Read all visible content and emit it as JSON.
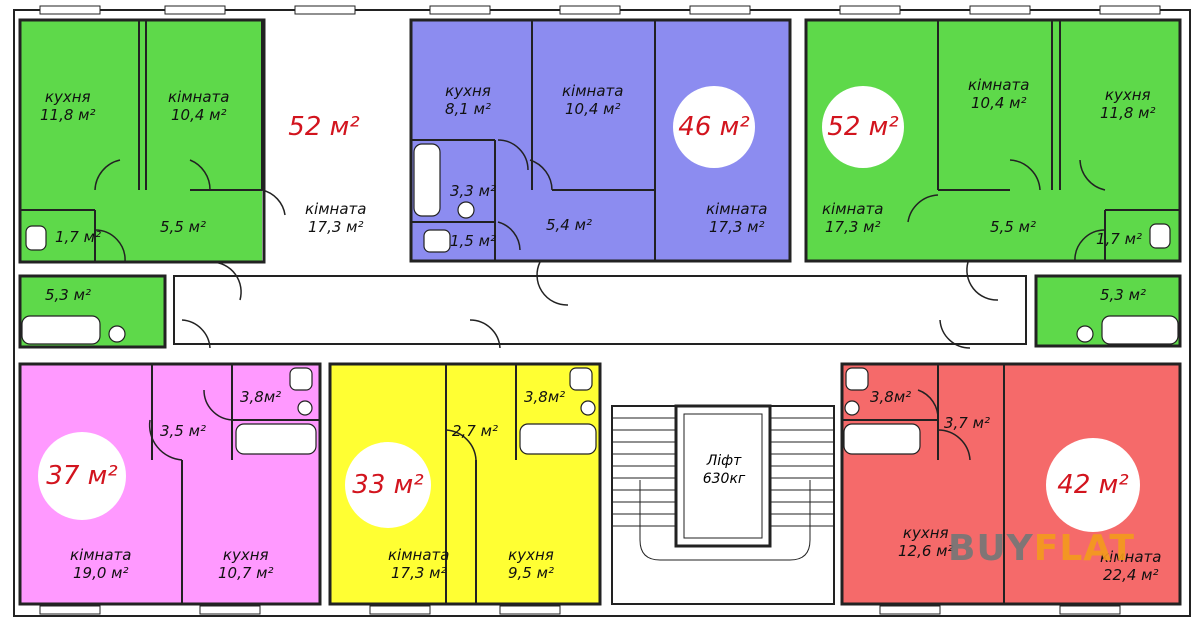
{
  "colors": {
    "green": "#5ed94a",
    "blue": "#8c8cf0",
    "magenta": "#ff99ff",
    "yellow": "#ffff33",
    "red": "#f56a6a",
    "wall": "#222222",
    "badge_text": "#d2141e",
    "logo_orange": "#f39a1e"
  },
  "apartments": {
    "a52_left": {
      "total": "52 м²",
      "kitchen": "кухня",
      "kitchen_area": "11,8 м²",
      "room1": "кімната",
      "room1_area": "10,4 м²",
      "room2": "кімната",
      "room2_area": "17,3 м²",
      "hall": "5,5 м²",
      "wc": "1,7 м²",
      "bath": "5,3 м²"
    },
    "a46": {
      "total": "46 м²",
      "kitchen": "кухня",
      "kitchen_area": "8,1 м²",
      "room1": "кімната",
      "room1_area": "10,4 м²",
      "room2": "кімната",
      "room2_area": "17,3 м²",
      "hall": "5,4 м²",
      "bath": "3,3 м²",
      "wc": "1,5 м²"
    },
    "a52_right": {
      "total": "52 м²",
      "kitchen": "кухня",
      "kitchen_area": "11,8 м²",
      "room1": "кімната",
      "room1_area": "10,4 м²",
      "room2": "кімната",
      "room2_area": "17,3 м²",
      "hall": "5,5 м²",
      "wc": "1,7 м²",
      "bath": "5,3 м²"
    },
    "a37": {
      "total": "37 м²",
      "room": "кімната",
      "room_area": "19,0 м²",
      "kitchen": "кухня",
      "kitchen_area": "10,7 м²",
      "hall": "3,5 м²",
      "bath": "3,8м²"
    },
    "a33": {
      "total": "33 м²",
      "room": "кімната",
      "room_area": "17,3 м²",
      "kitchen": "кухня",
      "kitchen_area": "9,5 м²",
      "hall": "2,7 м²",
      "bath": "3,8м²"
    },
    "a42": {
      "total": "42 м²",
      "kitchen": "кухня",
      "kitchen_area": "12,6 м²",
      "room": "кімната",
      "room_area": "22,4 м²",
      "hall": "3,7 м²",
      "bath": "3,8м²"
    }
  },
  "lift": {
    "line1": "Ліфт",
    "line2": "630кг"
  },
  "logo": {
    "part1": "BUY",
    "part2": "FLAT"
  }
}
